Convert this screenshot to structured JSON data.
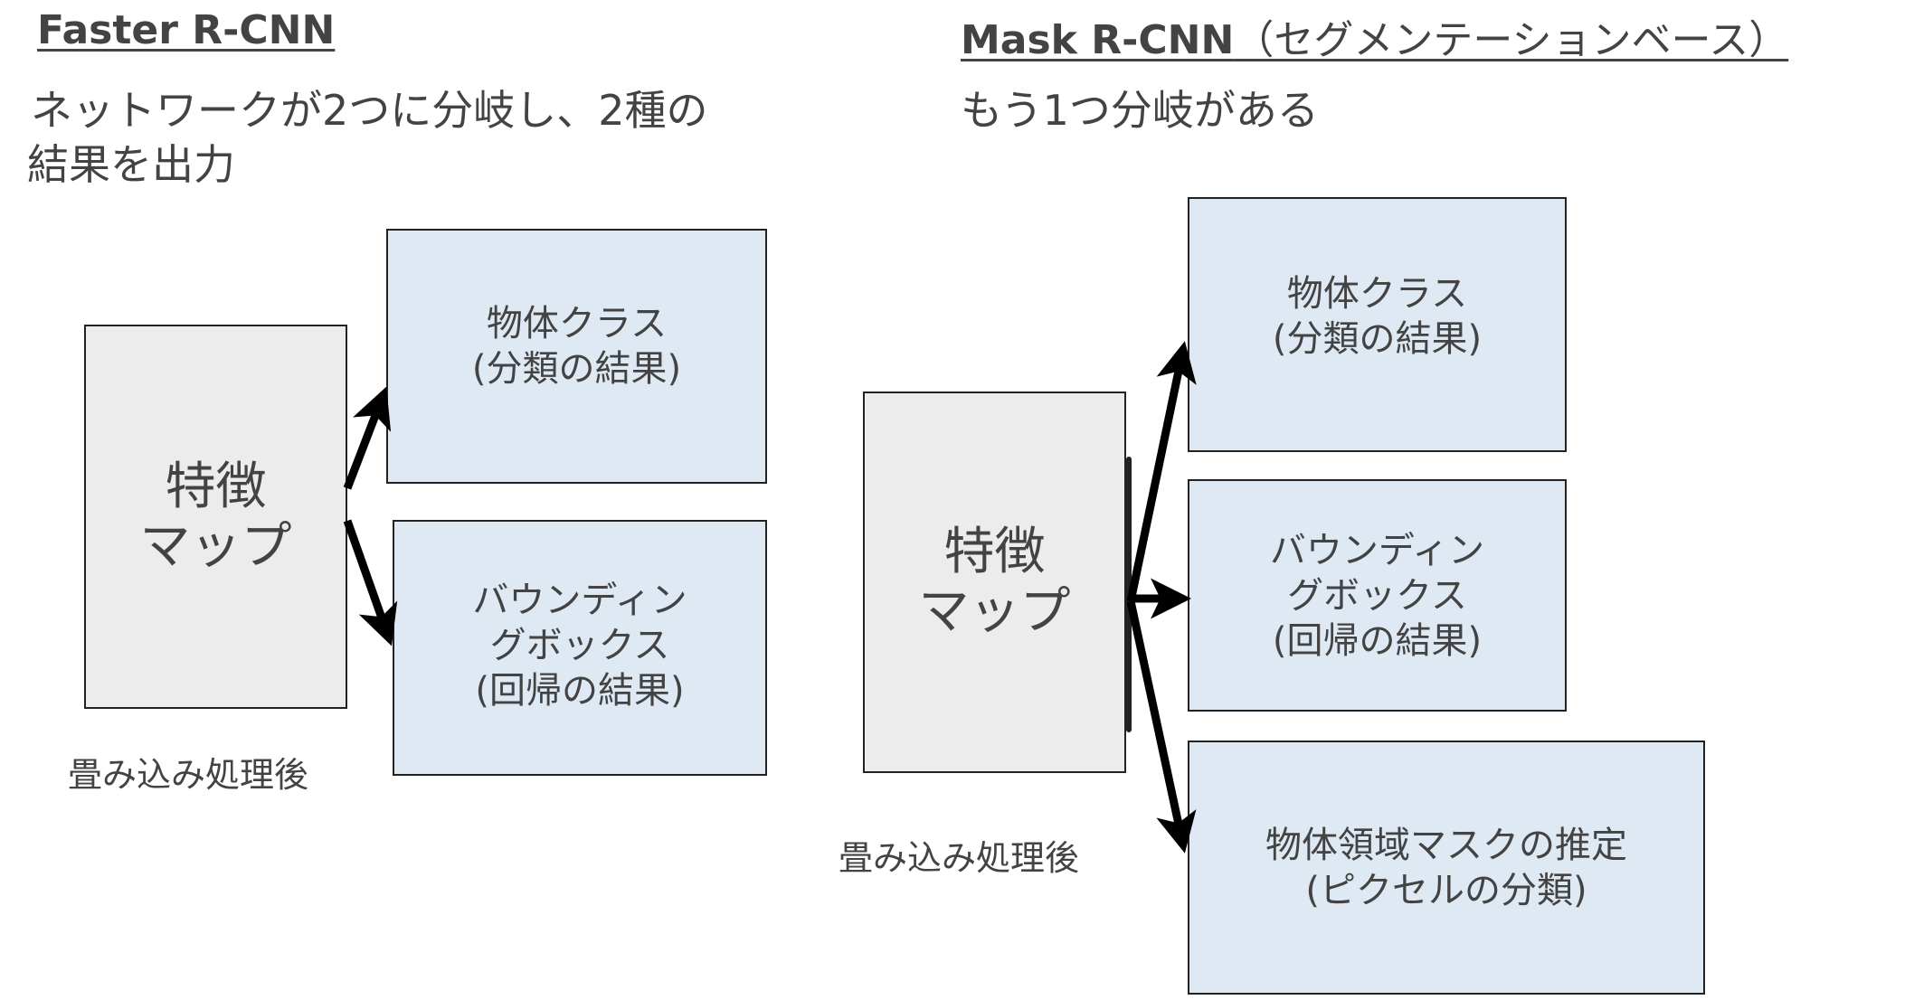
{
  "left": {
    "title": "Faster R-CNN",
    "title_suffix": "",
    "subtitle_lines": [
      "ネットワークが2つに分岐し、2種の",
      "結果を出力"
    ],
    "feature_map": [
      "特徴",
      "マップ"
    ],
    "feature_caption": "畳み込み処理後",
    "outputs": [
      {
        "lines": [
          "物体クラス",
          "(分類の結果)"
        ]
      },
      {
        "lines": [
          "バウンディン",
          "グボックス",
          "(回帰の結果)"
        ]
      }
    ]
  },
  "right": {
    "title": "Mask R-CNN",
    "title_suffix": "（セグメンテーションベース）",
    "subtitle_lines": [
      "もう1つ分岐がある"
    ],
    "feature_map": [
      "特徴",
      "マップ"
    ],
    "feature_caption": "畳み込み処理後",
    "outputs": [
      {
        "lines": [
          "物体クラス",
          "(分類の結果)"
        ]
      },
      {
        "lines": [
          "バウンディン",
          "グボックス",
          "(回帰の結果)"
        ]
      },
      {
        "lines": [
          "物体領域マスクの推定",
          "(ピクセルの分類)"
        ]
      }
    ]
  },
  "colors": {
    "text": "#434343",
    "feature_fill": "#ececec",
    "output_fill": "#dfe9f4",
    "arrow": "#000000"
  }
}
